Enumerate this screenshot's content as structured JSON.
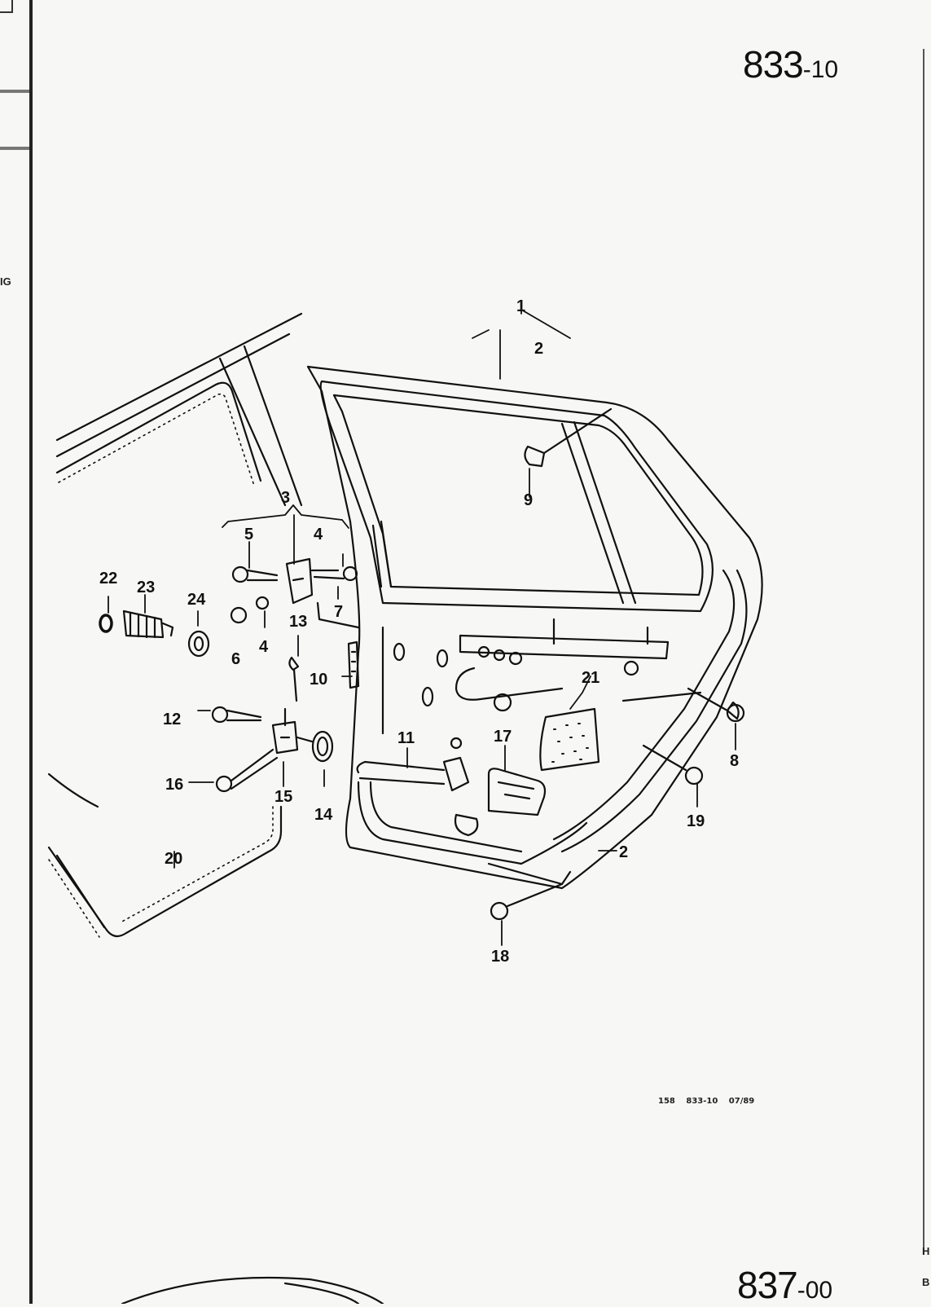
{
  "page": {
    "number_main": "833",
    "number_sub": "-10",
    "next_main": "837",
    "next_sub": "-00",
    "footer_code": "158 833-10 07/89",
    "left_edge_text": "IG",
    "right_edge_text_1": "H",
    "right_edge_text_2": "B"
  },
  "callouts": [
    {
      "id": "1",
      "text": "1"
    },
    {
      "id": "2a",
      "text": "2"
    },
    {
      "id": "2b",
      "text": "2"
    },
    {
      "id": "3",
      "text": "3"
    },
    {
      "id": "4a",
      "text": "4"
    },
    {
      "id": "4b",
      "text": "4"
    },
    {
      "id": "5",
      "text": "5"
    },
    {
      "id": "6",
      "text": "6"
    },
    {
      "id": "7",
      "text": "7"
    },
    {
      "id": "8",
      "text": "8"
    },
    {
      "id": "9",
      "text": "9"
    },
    {
      "id": "10",
      "text": "10"
    },
    {
      "id": "11",
      "text": "11"
    },
    {
      "id": "12",
      "text": "12"
    },
    {
      "id": "13",
      "text": "13"
    },
    {
      "id": "14",
      "text": "14"
    },
    {
      "id": "15",
      "text": "15"
    },
    {
      "id": "16",
      "text": "16"
    },
    {
      "id": "17",
      "text": "17"
    },
    {
      "id": "18",
      "text": "18"
    },
    {
      "id": "19",
      "text": "19"
    },
    {
      "id": "20",
      "text": "20"
    },
    {
      "id": "21",
      "text": "21"
    },
    {
      "id": "22",
      "text": "22"
    },
    {
      "id": "23",
      "text": "23"
    },
    {
      "id": "24",
      "text": "24"
    }
  ]
}
